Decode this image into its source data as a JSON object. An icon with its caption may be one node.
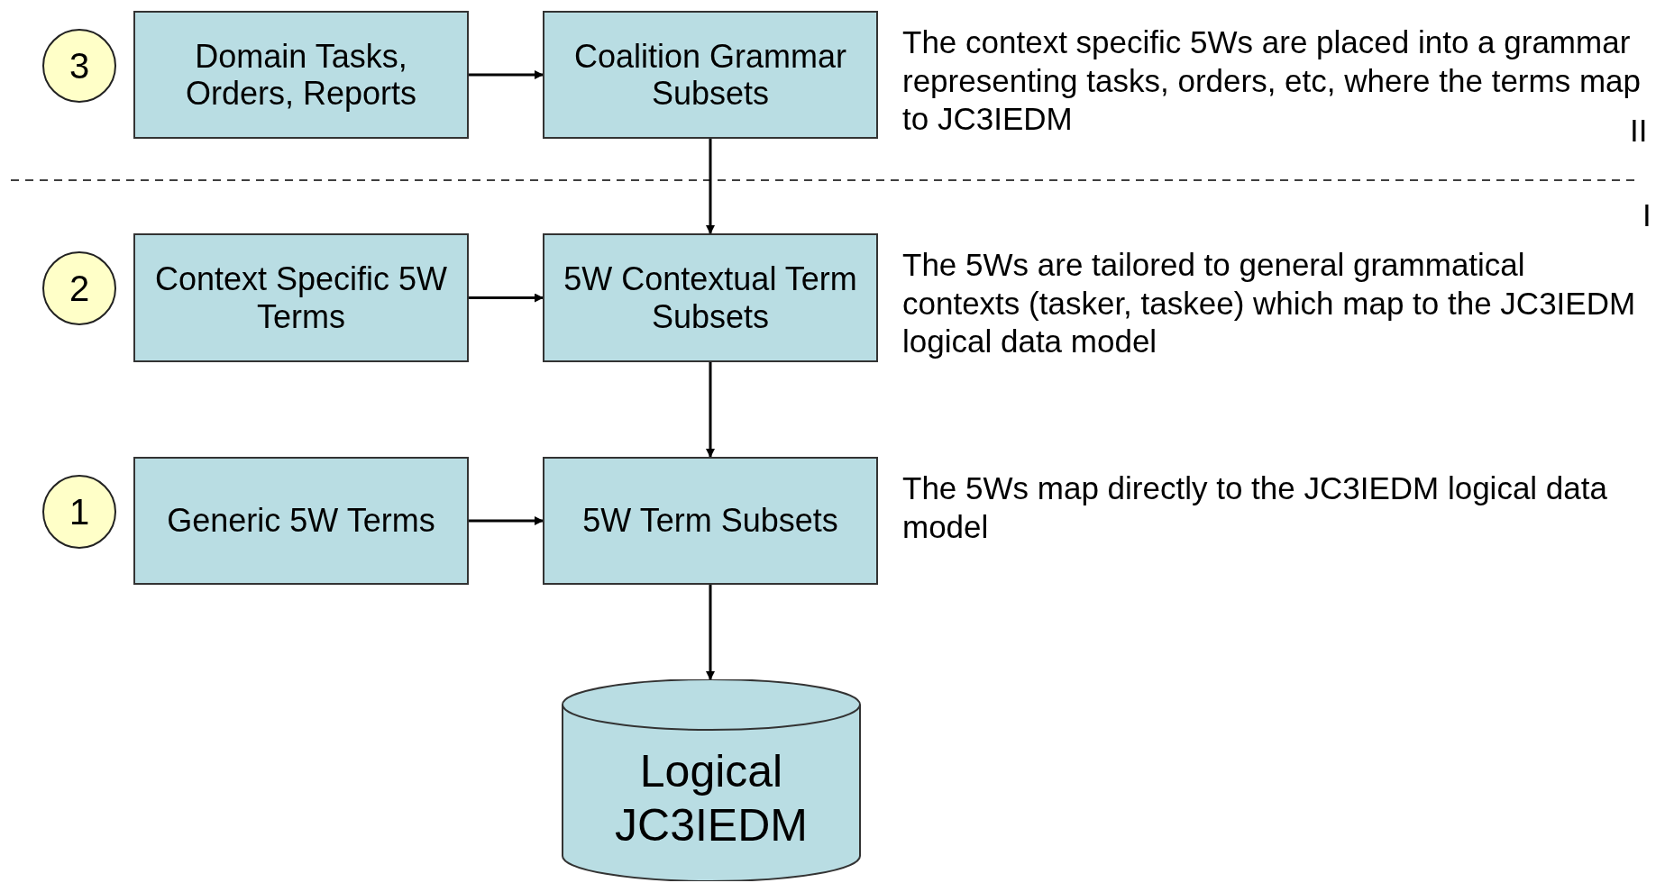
{
  "diagram": {
    "nodes": [
      {
        "text": [
          "3"
        ]
      },
      {
        "text": [
          "Domain Tasks, Orders, Reports"
        ]
      },
      {
        "text": [
          "Coalition Grammar Subsets"
        ]
      },
      {
        "text": [
          "2"
        ]
      },
      {
        "text": [
          "Context Specific 5W Terms"
        ]
      },
      {
        "text": [
          "5W Contextual Term Subsets"
        ]
      },
      {
        "text": [
          "1"
        ]
      },
      {
        "text": [
          "Generic 5W Terms"
        ]
      },
      {
        "text": [
          "5W Term Subsets"
        ]
      },
      {
        "text": [
          "Logical JC3IEDM"
        ]
      }
    ],
    "edges": [
      {
        "from": 1,
        "to": 2,
        "arrow": "to"
      },
      {
        "from": 2,
        "to": 5,
        "arrow": "to"
      },
      {
        "from": 4,
        "to": 5,
        "arrow": "to"
      },
      {
        "from": 5,
        "to": 8,
        "arrow": "to"
      },
      {
        "from": 7,
        "to": 8,
        "arrow": "to"
      },
      {
        "from": 8,
        "to": 9,
        "arrow": "to"
      }
    ],
    "labels": [
      "The context specific 5Ws are placed into a grammar representing tasks, orders, etc, where the terms map to JC3IEDM",
      "II",
      "I",
      "The 5Ws are tailored to general grammatical contexts (tasker, taskee) which map to the JC3IEDM logical data model",
      "The 5Ws map directly to the JC3IEDM logical data model"
    ]
  }
}
